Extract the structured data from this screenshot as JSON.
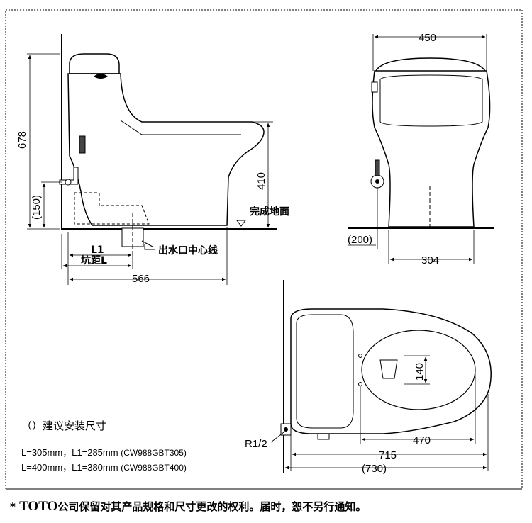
{
  "side_view": {
    "dim_height_total": "678",
    "dim_inlet_height": "(150)",
    "dim_seat_height": "410",
    "label_floor": "完成地面",
    "label_outlet_center": "出水口中心线",
    "dim_L1": "L1",
    "dim_rough_in": "坑距L",
    "dim_depth": "566"
  },
  "front_view": {
    "dim_width": "450",
    "dim_inlet_offset": "(200)",
    "dim_base_width": "304"
  },
  "top_view": {
    "dim_bowl": "140",
    "label_inlet_thread": "R1/2",
    "dim_470": "470",
    "dim_length": "715",
    "dim_length_alt": "(730)"
  },
  "notes": {
    "title": "（）建议安装尺寸",
    "line1_dims": "L=305mm，L1=285mm",
    "line1_model": "(CW988GBT305)",
    "line2_dims": "L=400mm，L1=380mm",
    "line2_model": "(CW988GBT400)"
  },
  "footer": {
    "asterisk": "*",
    "brand": "TOTO",
    "text": "公司保留对其产品规格和尺寸更改的权利。届时，恕不另行通知。"
  }
}
